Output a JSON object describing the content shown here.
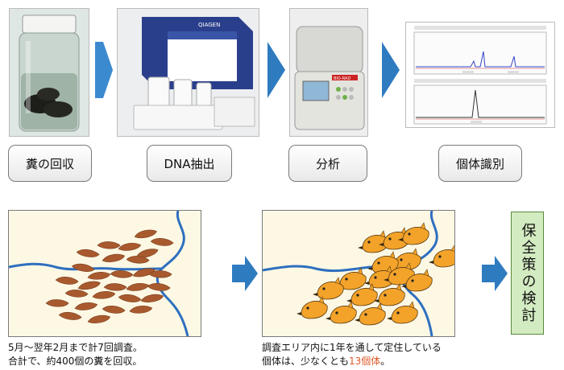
{
  "steps": [
    {
      "label": "糞の回収"
    },
    {
      "label": "DNA抽出"
    },
    {
      "label": "分析"
    },
    {
      "label": "個体識別"
    }
  ],
  "kit_box_text": "QIAGEN",
  "analyzer_brand": "BIO-RAD",
  "panels": {
    "left_caption_line1": "5月～翌年2月まで計7回調査。",
    "left_caption_line2": "合計で、約400個の糞を回収。",
    "right_caption_line1": "調査エリア内に1年を通して定住している",
    "right_caption_line2_prefix": "個体は、少なくとも",
    "right_caption_highlight": "13個体",
    "right_caption_suffix": "。"
  },
  "conclusion": "保全策の検討",
  "colors": {
    "arrow_blue": "#2f7bc0",
    "river_blue": "#2e6fbf",
    "feces_brown": "#a85a2e",
    "mongoose_orange": "#f3a32a",
    "panel_bg": "#fdf8e4",
    "conclusion_bg": "#d3ebc1",
    "highlight": "#e0592a"
  }
}
